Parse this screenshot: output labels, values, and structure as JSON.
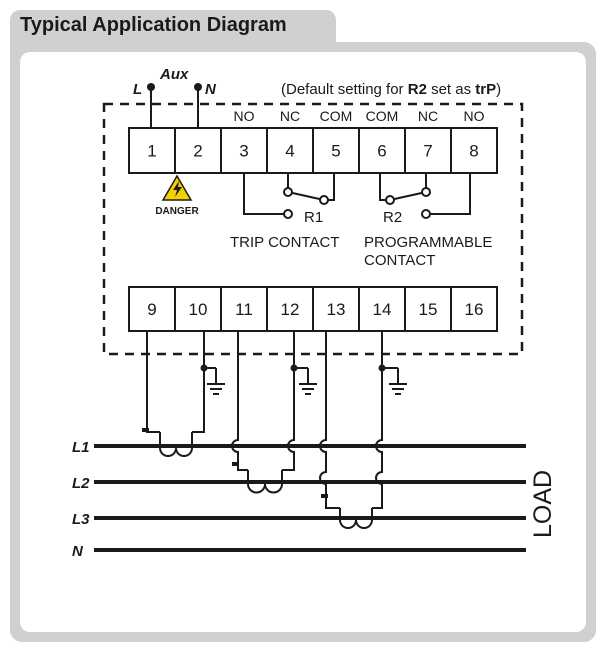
{
  "header": {
    "title": "Typical Application Diagram"
  },
  "aux": {
    "label": "Aux",
    "l_label": "L",
    "n_label": "N"
  },
  "note": {
    "prefix": "(Default setting for ",
    "r2": "R2",
    "middle": " set as ",
    "trp": "trP",
    "suffix": ")"
  },
  "top_terminals": [
    "1",
    "2",
    "3",
    "4",
    "5",
    "6",
    "7",
    "8"
  ],
  "top_contact_labels": [
    "NO",
    "NC",
    "COM",
    "COM",
    "NC",
    "NO"
  ],
  "bottom_terminals": [
    "9",
    "10",
    "11",
    "12",
    "13",
    "14",
    "15",
    "16"
  ],
  "danger": {
    "label": "DANGER"
  },
  "relays": {
    "r1": {
      "name": "R1",
      "caption": "TRIP CONTACT"
    },
    "r2": {
      "name": "R2",
      "caption_line1": "PROGRAMMABLE",
      "caption_line2": "CONTACT"
    }
  },
  "lines": [
    "L1",
    "L2",
    "L3",
    "N"
  ],
  "load_label": "LOAD",
  "colors": {
    "frame": "#d0d0d0",
    "ink": "#1a1a1a",
    "danger": "#f5d000"
  }
}
